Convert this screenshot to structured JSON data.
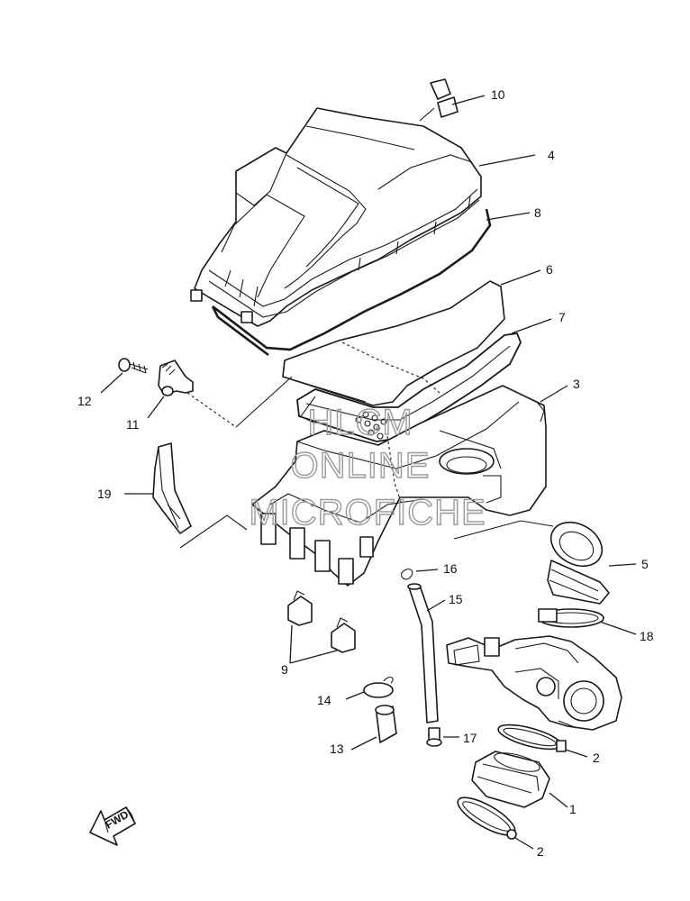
{
  "diagram": {
    "callouts": [
      {
        "id": "c10",
        "label": "10"
      },
      {
        "id": "c4",
        "label": "4"
      },
      {
        "id": "c8",
        "label": "8"
      },
      {
        "id": "c6",
        "label": "6"
      },
      {
        "id": "c7",
        "label": "7"
      },
      {
        "id": "c3",
        "label": "3"
      },
      {
        "id": "c12",
        "label": "12"
      },
      {
        "id": "c11",
        "label": "11"
      },
      {
        "id": "c19",
        "label": "19"
      },
      {
        "id": "c5",
        "label": "5"
      },
      {
        "id": "c16",
        "label": "16"
      },
      {
        "id": "c15",
        "label": "15"
      },
      {
        "id": "c18",
        "label": "18"
      },
      {
        "id": "c9",
        "label": "9"
      },
      {
        "id": "c14",
        "label": "14"
      },
      {
        "id": "c13",
        "label": "13"
      },
      {
        "id": "c17",
        "label": "17"
      },
      {
        "id": "c2a",
        "label": "2"
      },
      {
        "id": "c1",
        "label": "1"
      },
      {
        "id": "c2b",
        "label": "2"
      }
    ],
    "watermark": {
      "line1": "HLCM",
      "line2": "ONLINE",
      "line3": "MICROFICHE"
    },
    "direction_badge": "FWD"
  }
}
